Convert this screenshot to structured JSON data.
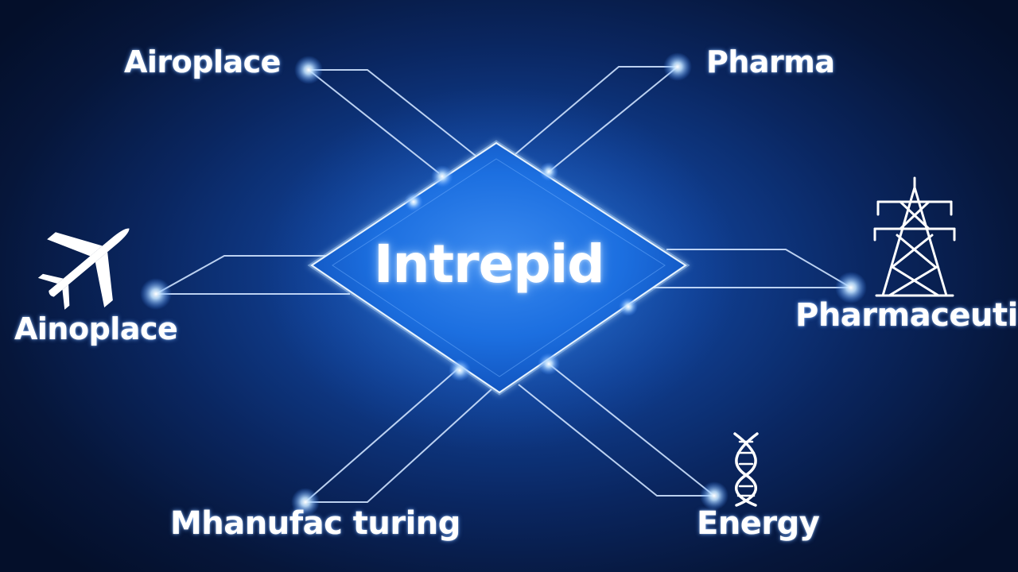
{
  "hub": {
    "title": "Intrepid"
  },
  "nodes": {
    "top_left": {
      "label": "Airoplace"
    },
    "top_right": {
      "label": "Pharma"
    },
    "mid_left": {
      "label": "Ainoplace",
      "icon": "airplane-icon"
    },
    "mid_right": {
      "label": "Pharmaceuti",
      "icon": "power-tower-icon"
    },
    "bottom_left": {
      "label": "Mhanufac turing"
    },
    "bottom_right": {
      "label": "Energy",
      "icon": "dna-icon"
    }
  },
  "colors": {
    "background": "#0a2660",
    "hub_fill": "#1c6fe0",
    "glow": "#bfe1ff",
    "line": "#cfe3ff",
    "text": "#ffffff"
  }
}
